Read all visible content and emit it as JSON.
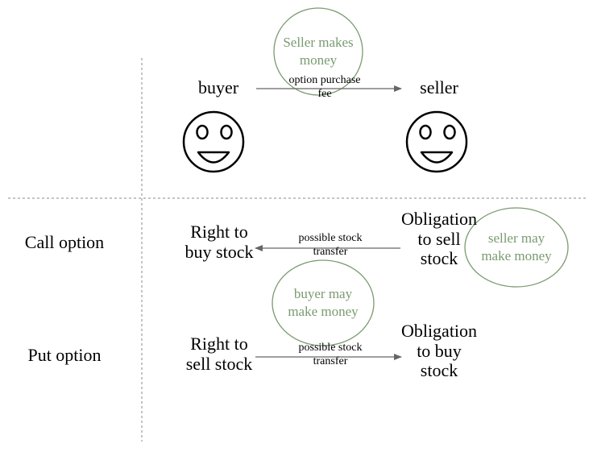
{
  "colors": {
    "green_accent": "#7a9a70",
    "line": "#888888",
    "arrow": "#666666",
    "text": "#000000"
  },
  "icons": [
    "smiley-face-icon",
    "smiley-face-icon"
  ],
  "header": {
    "buyer": "buyer",
    "seller": "seller",
    "fee_label": "option purchase\nfee",
    "seller_money_bubble": "Seller makes\nmoney"
  },
  "rows": {
    "call": {
      "label": "Call option",
      "buyer_side": "Right to\nbuy stock",
      "seller_side": "Obligation\nto sell\nstock",
      "arrow_label": "possible stock\ntransfer",
      "bubble": "seller may\nmake money"
    },
    "put": {
      "label": "Put option",
      "buyer_side": "Right to\nsell stock",
      "seller_side": "Obligation\nto buy\nstock",
      "arrow_label": "possible stock\ntransfer",
      "bubble": "buyer may\nmake money"
    }
  }
}
